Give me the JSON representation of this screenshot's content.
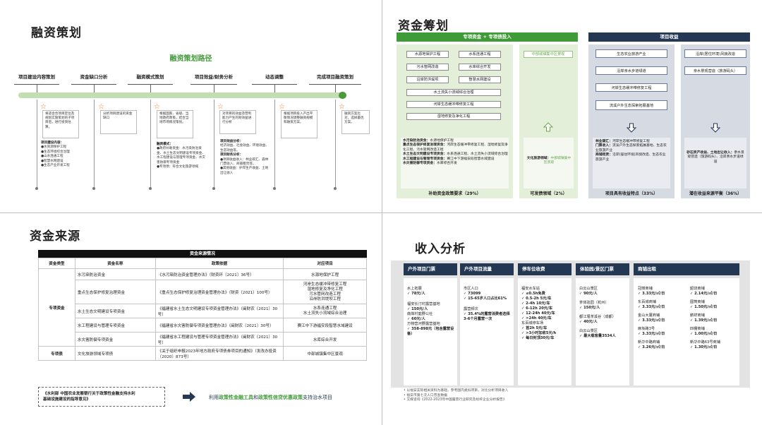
{
  "panel1": {
    "title": "融资策划",
    "subtitle": "融资策划路径",
    "steps": [
      "项目建设内容策划",
      "资金缺口分析",
      "融资模式策划",
      "项目效益/财务分析",
      "动态调整",
      "完成项目融资策划"
    ],
    "descs": [
      "将适合合项目定位及规划实施策划的子项目后，进行投资估算。",
      "分析项目建设的资金缺口",
      "根据国家、省级、当地政府政策，结合当地市场情况策划。",
      "对项目的效益及营利能力产生的财效益进行分析",
      "根据项目投入产出平衡情况调整融资规模和融资方案。",
      "融资方案比对，选择最优方案。"
    ],
    "detail1": {
      "heading": "项目建设内容：",
      "items": [
        "●水资源保护工程",
        "●生态环境综合治理",
        "●山水连通工程",
        "●智慧水网建设",
        "●生态产业开发工程"
      ]
    },
    "detail2": {
      "heading": "融资模式：",
      "items": [
        "●政府补助资金：水污染防治资金、水土生态文明建设专项资金、水工程建设与管理专项资金、水灾害防御专项资金",
        "●专项债：符合文化旅游领域"
      ]
    },
    "detail3": {
      "h1": "项目效益分析：",
      "t1": "经济效益、社会效益、环境效益、生态效益等。",
      "h2": "项目财务分析：",
      "t2": "●项目收益收入：林业碳汇、森林门票收入、商铺租赁等。",
      "t3": "●其他收益：护岸生产收益、土地出让收入"
    }
  },
  "panel2": {
    "title": "资金筹划",
    "bar_left": "专项资金 + 专项债投入",
    "bar_right": "项目收益",
    "zone1_boxes": [
      [
        "水源地保护工程",
        "水系连通工程"
      ],
      [
        "污水管网改造",
        "水库综合开发"
      ],
      [
        "沿岸防洪堤坝",
        "智慧水网建设"
      ]
    ],
    "zone1_wide": [
      "水土流失小流域综合治理",
      "河岸生态缓冲带修复工程",
      "湿地修复及净化工程"
    ],
    "zone1_text": [
      {
        "b": "水污染防治资金：",
        "t": "水源地保护工程"
      },
      {
        "b": "重点生态保护修复治理资金：",
        "t": "河岸生态缓冲带修复工程、湿地修复及净化工程、污水管网改造工程"
      },
      {
        "b": "水土生态文明建设专项资金：",
        "t": "水系连通工程、水土流失小流域综合治理"
      },
      {
        "b": "水工程建设与管理专项资金：",
        "t": "赛江中下游福安段智慧水域建设"
      },
      {
        "b": "水灾害防御专项资金：",
        "t": "水库综合开发"
      }
    ],
    "zone1_foot": "补助资金政策要求（29%）",
    "zone2_box": "中部城镇集中区景观",
    "zone2_text": {
      "b": "文化旅游领域：",
      "t": "中部城镇集中区景观"
    },
    "zone2_foot": "可发债领域（2%）",
    "zone3_boxes": [
      "生态农业旅游产业",
      "沿岸亲水步道绿道",
      "河岸生态缓冲带修复工程",
      "流溪户外生态探索拓展基地"
    ],
    "zone3_text": [
      {
        "b": "林业碳汇：",
        "t": "河岸生态缓冲带修复工程"
      },
      {
        "b": "门票收入：",
        "t": "流溪户外生态探索拓展基地、生态农业旅游产业"
      },
      {
        "b": "商铺租赁：",
        "t": "沿岸(居住环境)风貌改造、生态农业旅游产业"
      }
    ],
    "zone3_foot": "项目具有收益特点（33%）",
    "zone4_boxes": [
      "沿岸(居住环境)风貌改造",
      "亲水景观营造（旅游码头）"
    ],
    "zone4_text": [
      {
        "b": "砂石资产收益、土地出让收入：",
        "t": "亲水景观营造（旅游码头）、沿岸亲水步道绿道"
      }
    ],
    "zone4_foot": "潜在收益来源平衡（36%）"
  },
  "panel3": {
    "title": "资金来源",
    "table_caption": "资金来源情况",
    "headers": [
      "资金类型",
      "资金名称",
      "政策依据",
      "对应项目"
    ],
    "group1": "专项资金",
    "group2": "专项债",
    "rows": [
      {
        "name": "水污染防治资金",
        "policy": "《水污染防治资金管理办法》（财资环〔2021〕36号）",
        "project": "水源地保护工程"
      },
      {
        "name": "重点生态保护修复治理资金",
        "policy": "《重点生态保护修复治理资金管理办法》（财资〔2021〕100号）",
        "project": "河岸生态缓冲带修复工程\n湿地修复及净化工程\n污水管网改造工程\n沿岸防洪堤坝工程"
      },
      {
        "name": "水土生态文明建设专项资金",
        "policy": "《福建省水土生态文明建设专项资金管理办法》（闽财农〔2021〕30号）",
        "project": "水系连通工程\n水土流失小流域综合治理"
      },
      {
        "name": "水工程建设与管理专项资金",
        "policy": "《福建省水灾害防御专项资金管理办法》（闽财农〔2021〕30号）",
        "project": "赛江中下游福安段智慧水域建设"
      },
      {
        "name": "水灾害防御专项资金",
        "policy": "《福建省水工程建设与管理专项资金管理办法》（闽财农〔2021〕30号）",
        "project": "水库综合开发"
      },
      {
        "name": "文化旅游领域专项债",
        "policy": "《关于组织申报2023年地方政府专项债券项目的通知》（发改办投资〔2020〕873号）",
        "project": "中部城镇集中区景观"
      }
    ],
    "note_left1": "《水利部  中国农业发展银行关于政策性金融支持水利",
    "note_left2": "基础设施建设的指导意见》",
    "note_right_pre": "利用",
    "note_right_hl1": "政策性金融工具",
    "note_right_mid": "和",
    "note_right_hl2": "政策性信贷优惠政策",
    "note_right_post": "支持治水项目"
  },
  "panel4": {
    "title": "收入分析",
    "columns": [
      {
        "title": "户外项目门票",
        "items": [
          {
            "t": "水上拓展",
            "v": "✓  78元/人"
          },
          {
            "t": "福安长汀村露营基地",
            "v": "✓  150元/人"
          },
          {
            "t": "南岸村庭野公社",
            "v": "✓  60元/人"
          },
          {
            "t": "万物营河野露营基地",
            "v": "✓  358-898元（包含露营设备）"
          }
        ]
      },
      {
        "title": "户外项目流量",
        "items": [
          {
            "t": "市区人口",
            "v": "✓  73099"
          },
          {
            "t": "",
            "v": "✓  15-65岁人口占比61%"
          },
          {
            "t": "露营频次",
            "v": "✓  35.4%的露营消费者选择3-6个月露营一次"
          }
        ]
      },
      {
        "title": "停车位收费",
        "items": [
          {
            "t": "福安水车站",
            "v": "✓  ≤0.5h免费"
          },
          {
            "t": "",
            "v": "✓  0.5-2h  5元/车"
          },
          {
            "t": "",
            "v": "✓  2-4h  10元/车"
          },
          {
            "t": "",
            "v": "✓  6-12h  20元/车"
          },
          {
            "t": "",
            "v": "✓  12-24h  40元/车"
          },
          {
            "t": "",
            "v": "✓  >24h  40元/车"
          },
          {
            "t": "东百城停车场",
            "v": "✓  首2h  5元/车"
          },
          {
            "t": "",
            "v": "✓  >3小时加收5元/h"
          },
          {
            "t": "",
            "v": "✓  每日封顶30元/车"
          }
        ]
      },
      {
        "title": "体验园/景区门票",
        "items": [
          {
            "t": "白云山景区",
            "v": "✓  90元/人"
          },
          {
            "t": "茶体验园（杭州）",
            "v": "✓  150元/人"
          },
          {
            "t": "都江堰茶溪谷（成都）",
            "v": "✓  40元/人"
          },
          {
            "t": "白云山景区",
            "v": "✓  最大载客量3534人"
          }
        ]
      },
      {
        "title": "商铺出租",
        "items": [
          {
            "t": "冠丽商铺",
            "v": "✓  3.33元/㎡/日"
          },
          {
            "t": "东百城商铺",
            "v": "✓  3.33元/㎡/日"
          },
          {
            "t": "金山大厦商铺",
            "v": "✓  3.33元/㎡/日"
          },
          {
            "t": "麻坂路3号",
            "v": "✓  3.33元/㎡/日"
          },
          {
            "t": "新华中路商铺",
            "v": "✓  3.26元/㎡/日"
          }
        ],
        "items2": [
          {
            "t": "韶饶商铺",
            "v": "✓  2.14元/㎡/日"
          },
          {
            "t": "圆筒商铺",
            "v": "✓  1.50元/㎡/日"
          },
          {
            "t": "鹏祥商铺",
            "v": "✓  1.39元/㎡/日"
          },
          {
            "t": "四棚商铺",
            "v": "✓  1.00元/㎡/日"
          },
          {
            "t": "新华中路63号商铺",
            "v": "✓  1.30元/㎡/日"
          }
        ]
      }
    ],
    "notes": [
      "• 以福安实际相关资料为基础，参考国内类似项目，对比分析项目收入",
      "• 福安市第七次人口普查数据",
      "• 艾媒咨询《2022-2023年中国露营行业研究及标杆企业分析报告》"
    ]
  },
  "colors": {
    "green": "#3f9b37",
    "light_green": "#e3efd9",
    "navy": "#243854",
    "orange": "#e2761d",
    "gray_zone": "#d6dae3"
  }
}
